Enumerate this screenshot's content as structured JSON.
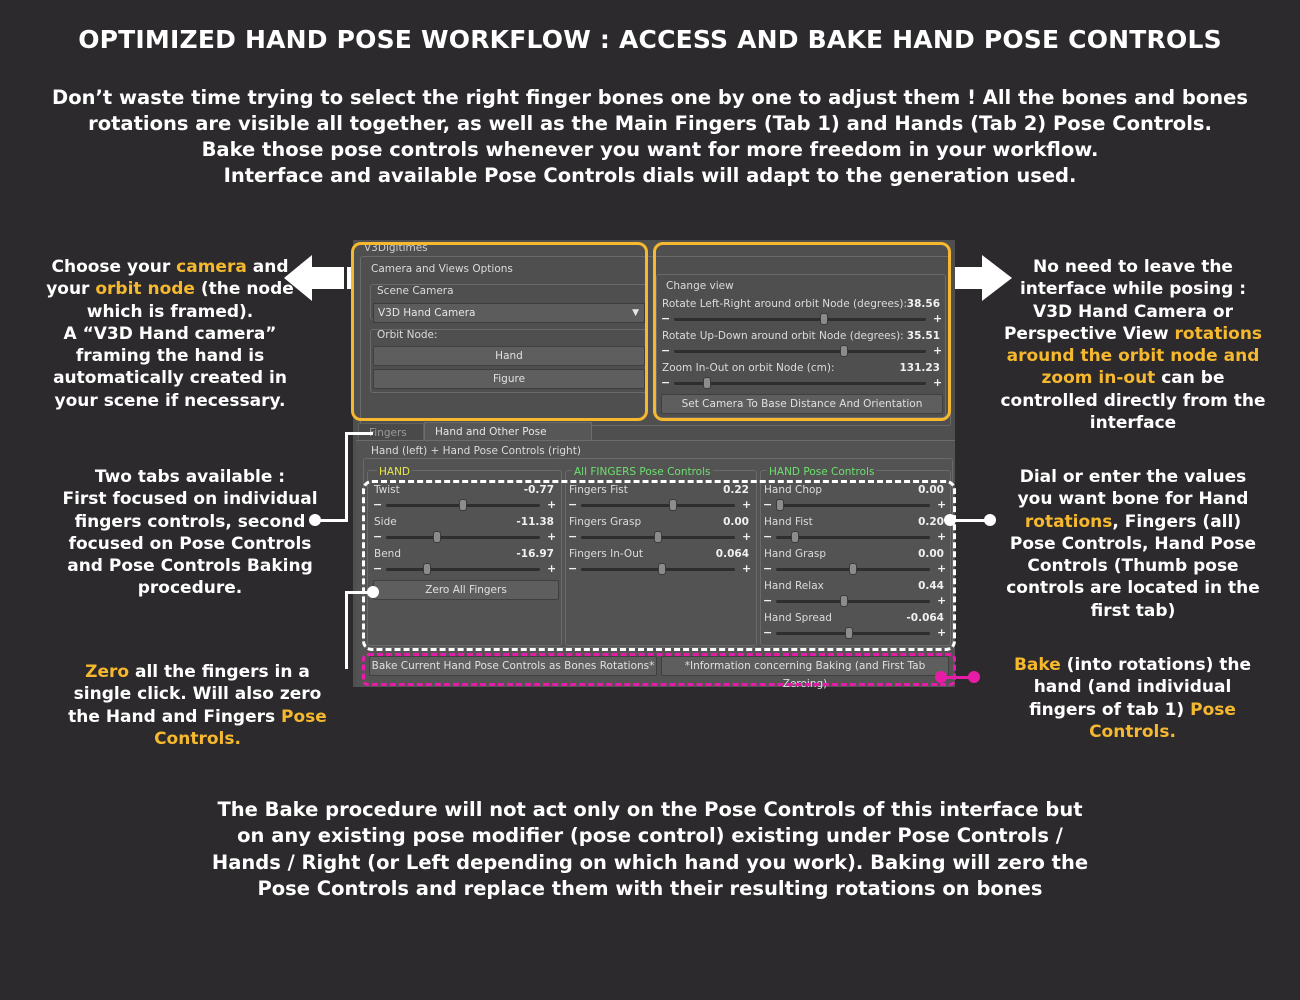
{
  "title": "OPTIMIZED HAND POSE WORKFLOW : ACCESS AND BAKE HAND POSE CONTROLS",
  "intro": [
    "Don’t waste time trying to select the right finger bones one by one to adjust them ! All the bones and bones",
    "rotations are visible all together, as well as the Main Fingers (Tab 1) and Hands (Tab 2) Pose Controls.",
    "Bake those pose controls whenever you want for more freedom in your workflow.",
    "Interface and available Pose Controls dials will adapt to the generation used."
  ],
  "notes": {
    "camera": {
      "p1": "Choose your ",
      "h1": "camera",
      "p2": " and",
      "p3": "your ",
      "h2": "orbit node",
      "p4": " (the node",
      "l3": "which is framed).",
      "l4": "A “V3D Hand camera”",
      "l5": "framing the hand is",
      "l6": "automatically created in",
      "l7": "your scene if necessary."
    },
    "view": {
      "l1": "No need to leave the",
      "l2": "interface while posing :",
      "l3": "V3D Hand Camera or",
      "p4": "Perspective View ",
      "h4": "rotations",
      "h5": "around the orbit node and",
      "h6": "zoom in-out",
      "p6": " can be",
      "l7": "controlled directly from the",
      "l8": "interface"
    },
    "tabs": {
      "l1": "Two tabs available :",
      "l2": "First focused on individual",
      "l3": "fingers controls, second",
      "l4": "focused on Pose Controls",
      "l5": "and Pose Controls Baking",
      "l6": "procedure."
    },
    "dial": {
      "l1": "Dial or enter the values",
      "l2": "you want bone for Hand",
      "h3": "rotations",
      "p3": ", Fingers (all)",
      "l4": "Pose Controls, Hand Pose",
      "l5": "Controls (Thumb pose",
      "l6": "controls are located in the",
      "l7": "first tab)"
    },
    "zero": {
      "h1": "Zero",
      "p1": " all the fingers in a",
      "l2": "single click. Will also zero",
      "p3": "the Hand and Fingers ",
      "h3": "Pose",
      "h4": "Controls."
    },
    "bake": {
      "h1": "Bake",
      "p1": " (into rotations) the",
      "l2": "hand (and individual",
      "p3": "fingers of tab 1) ",
      "h3": "Pose",
      "h4": "Controls."
    }
  },
  "bottom": [
    "The Bake procedure will not act only on the Pose Controls of this interface but",
    "on any existing pose modifier (pose control) existing under Pose Controls /",
    "Hands / Right (or Left depending on which hand you work). Baking will zero the",
    "Pose Controls and replace them with their resulting rotations on bones"
  ],
  "app": {
    "window_title": "V3Digitimes",
    "camera_group": "Camera and Views Options",
    "scene_camera_label": "Scene Camera",
    "scene_camera_value": "V3D Hand Camera",
    "orbit_node_label": "Orbit Node:",
    "orbit_hand": "Hand",
    "orbit_figure": "Figure",
    "change_view_label": "Change view",
    "view_sliders": [
      {
        "label": "Rotate Left-Right around orbit Node (degrees):",
        "value": "38.56",
        "pos": 0.6
      },
      {
        "label": "Rotate Up-Down around orbit Node (degrees):",
        "value": "35.51",
        "pos": 0.68
      },
      {
        "label": "Zoom In-Out on orbit Node (cm):",
        "value": "131.23",
        "pos": 0.12
      }
    ],
    "set_camera_button": "Set Camera To Base Distance And Orientation",
    "tabs": [
      "Fingers",
      "Hand and Other Pose Controls"
    ],
    "pose_group": "Hand (left) + Hand Pose Controls (right)",
    "col_hand": "HAND",
    "col_fingers": "All FINGERS Pose Controls",
    "col_handpose": "HAND Pose Controls",
    "hand_sliders": [
      {
        "label": "Twist",
        "value": "-0.77",
        "pos": 0.5
      },
      {
        "label": "Side",
        "value": "-11.38",
        "pos": 0.32
      },
      {
        "label": "Bend",
        "value": "-16.97",
        "pos": 0.25
      }
    ],
    "finger_sliders": [
      {
        "label": "Fingers Fist",
        "value": "0.22",
        "pos": 0.6
      },
      {
        "label": "Fingers Grasp",
        "value": "0.00",
        "pos": 0.5
      },
      {
        "label": "Fingers In-Out",
        "value": "0.064",
        "pos": 0.53
      }
    ],
    "handpose_sliders": [
      {
        "label": "Hand Chop",
        "value": "0.00",
        "pos": 0.0
      },
      {
        "label": "Hand Fist",
        "value": "0.20",
        "pos": 0.1
      },
      {
        "label": "Hand Grasp",
        "value": "0.00",
        "pos": 0.5
      },
      {
        "label": "Hand Relax",
        "value": "0.44",
        "pos": 0.44
      },
      {
        "label": "Hand Spread",
        "value": "-0.064",
        "pos": 0.47
      }
    ],
    "zero_button": "Zero All Fingers",
    "bake_button": "Bake Current Hand Pose Controls as Bones Rotations*",
    "info_button": "*Information concerning Baking (and First Tab Zeroing)",
    "colors": {
      "yellow": "#f5b82e",
      "green": "#6ee06e",
      "hand_label": "#e8e84a",
      "magenta": "#e81aa8"
    }
  }
}
